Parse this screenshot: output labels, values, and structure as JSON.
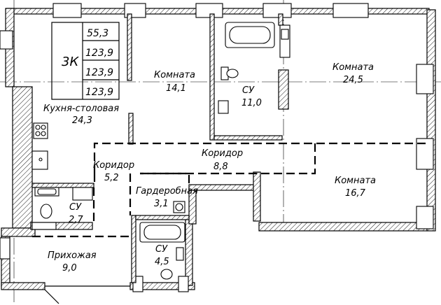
{
  "apartment": {
    "type_label": "3К",
    "areas": [
      "55,3",
      "123,9",
      "123,9",
      "123,9"
    ]
  },
  "rooms": [
    {
      "name": "Кухня-столовая",
      "area": "24,3"
    },
    {
      "name": "Комната",
      "area": "14,1"
    },
    {
      "name": "СУ",
      "area": "11,0"
    },
    {
      "name": "Комната",
      "area": "24,5"
    },
    {
      "name": "Коридор",
      "area": "8,8"
    },
    {
      "name": "Коридор",
      "area": "5,2"
    },
    {
      "name": "Гардеробная",
      "area": "3,1"
    },
    {
      "name": "Комната",
      "area": "16,7"
    },
    {
      "name": "СУ",
      "area": "2,7"
    },
    {
      "name": "Прихожая",
      "area": "9,0"
    },
    {
      "name": "СУ",
      "area": "4,5"
    }
  ]
}
